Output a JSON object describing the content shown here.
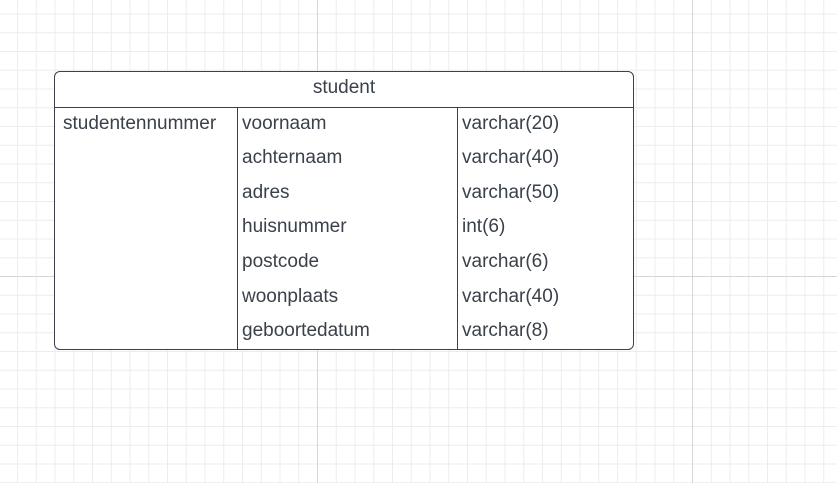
{
  "entity": {
    "title": "student",
    "key": "studentennummer",
    "columns": [
      {
        "name": "voornaam",
        "type": "varchar(20)"
      },
      {
        "name": "achternaam",
        "type": "varchar(40)"
      },
      {
        "name": "adres",
        "type": "varchar(50)"
      },
      {
        "name": "huisnummer",
        "type": "int(6)"
      },
      {
        "name": "postcode",
        "type": "varchar(6)"
      },
      {
        "name": "woonplaats",
        "type": "varchar(40)"
      },
      {
        "name": "geboortedatum",
        "type": "varchar(8)"
      }
    ]
  },
  "colors": {
    "border": "#3a414a",
    "text": "#3a414a",
    "grid_major": "#d6d6d6",
    "grid_minor": "#ececec"
  }
}
